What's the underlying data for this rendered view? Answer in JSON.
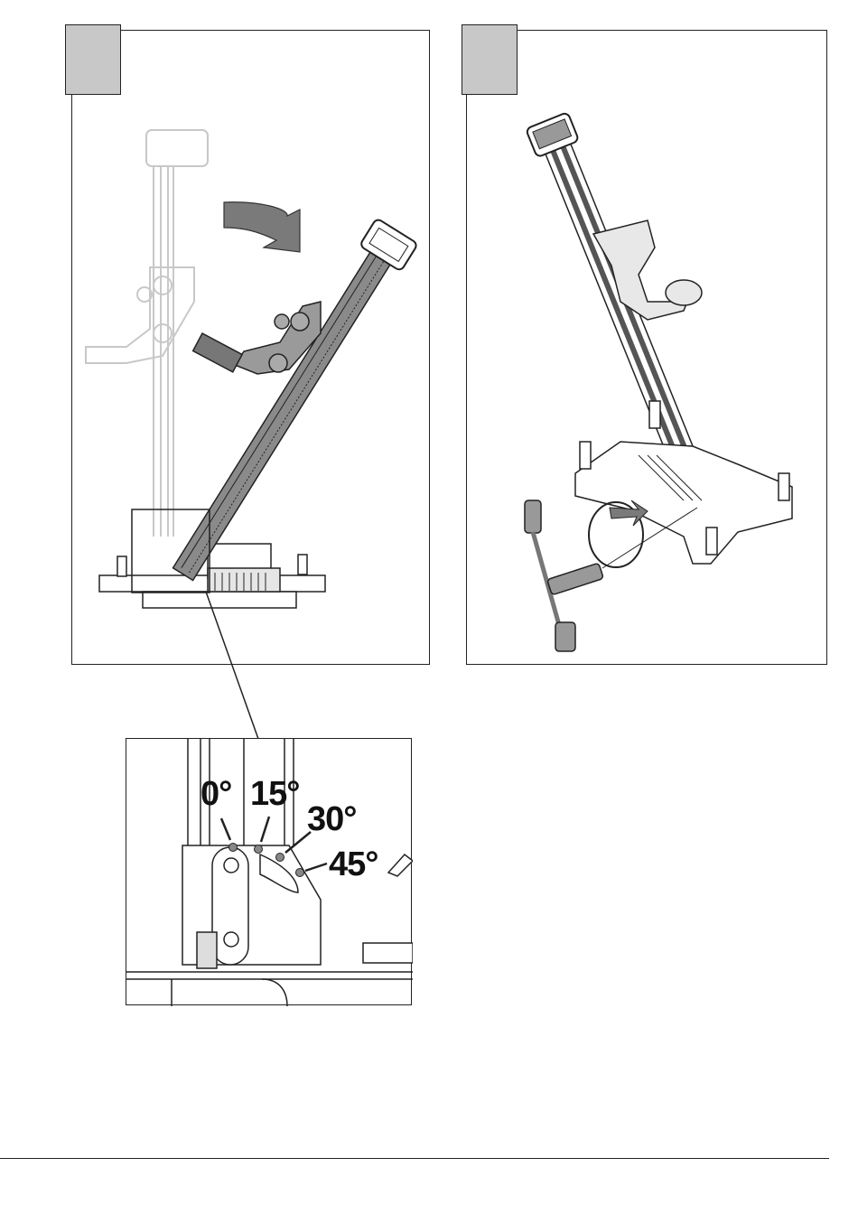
{
  "figure_left": {
    "icons": [
      "rotate-arrow-icon"
    ],
    "colors": {
      "ghost": "#c8c8c8",
      "column": "#8a8a8a",
      "line": "#222222",
      "tab": "#c8c8c8"
    }
  },
  "figure_right": {
    "icons": [
      "rotate-arrow-icon",
      "t-wrench-icon"
    ]
  },
  "detail": {
    "angles": {
      "a0": "0°",
      "a15": "15°",
      "a30": "30°",
      "a45": "45°"
    }
  }
}
